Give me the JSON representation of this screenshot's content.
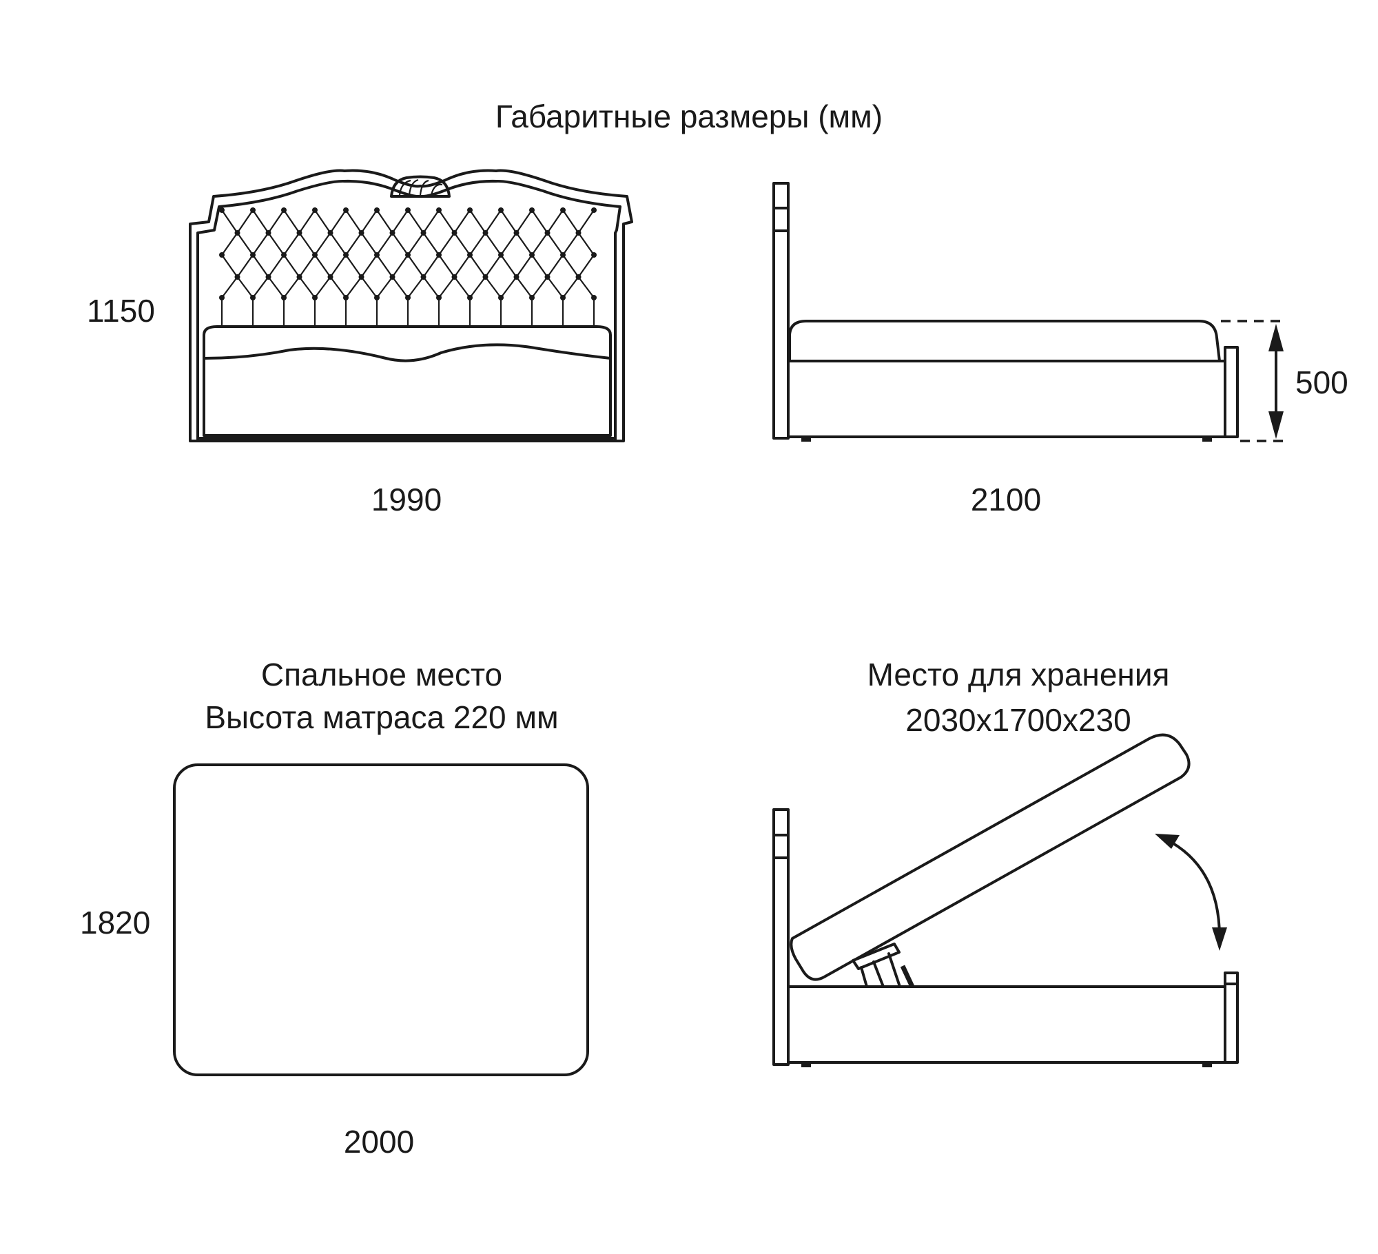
{
  "title": "Габаритные размеры (мм)",
  "front_view": {
    "height_label": "1150",
    "width_label": "1990"
  },
  "side_view": {
    "length_label": "2100",
    "height_label": "500"
  },
  "sleeping_area": {
    "title_line1": "Спальное место",
    "title_line2": "Высота матраса 220 мм",
    "width_label": "1820",
    "length_label": "2000"
  },
  "storage": {
    "title_line1": "Место для хранения",
    "title_line2": "2030x1700x230"
  }
}
